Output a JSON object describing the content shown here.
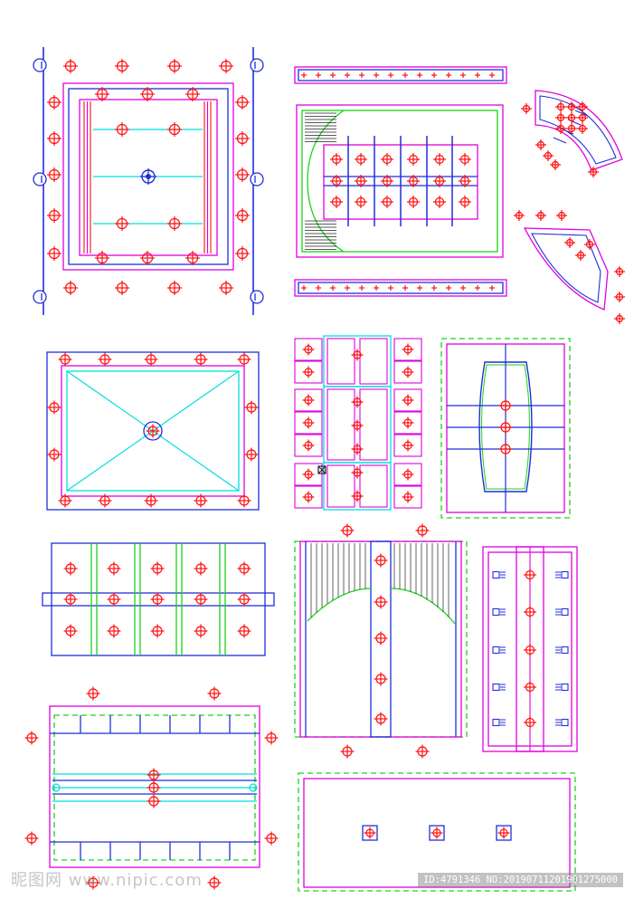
{
  "colors": {
    "magenta": "#e000e0",
    "blue": "#1f2fd8",
    "cyan": "#00dede",
    "green": "#19d319",
    "red": "#ff1010",
    "black": "#222222"
  },
  "icons": {
    "light": "downlight-icon",
    "chandelier": "chandelier-icon",
    "vent": "air-vent-icon",
    "uplight": "wall-uplight-icon",
    "fan": "exhaust-fan-icon"
  },
  "drawing_count": 12,
  "watermark": {
    "site": "昵图网 www.nipic.com",
    "id_text": "ID:4791346 NO:20190711201901275000"
  }
}
